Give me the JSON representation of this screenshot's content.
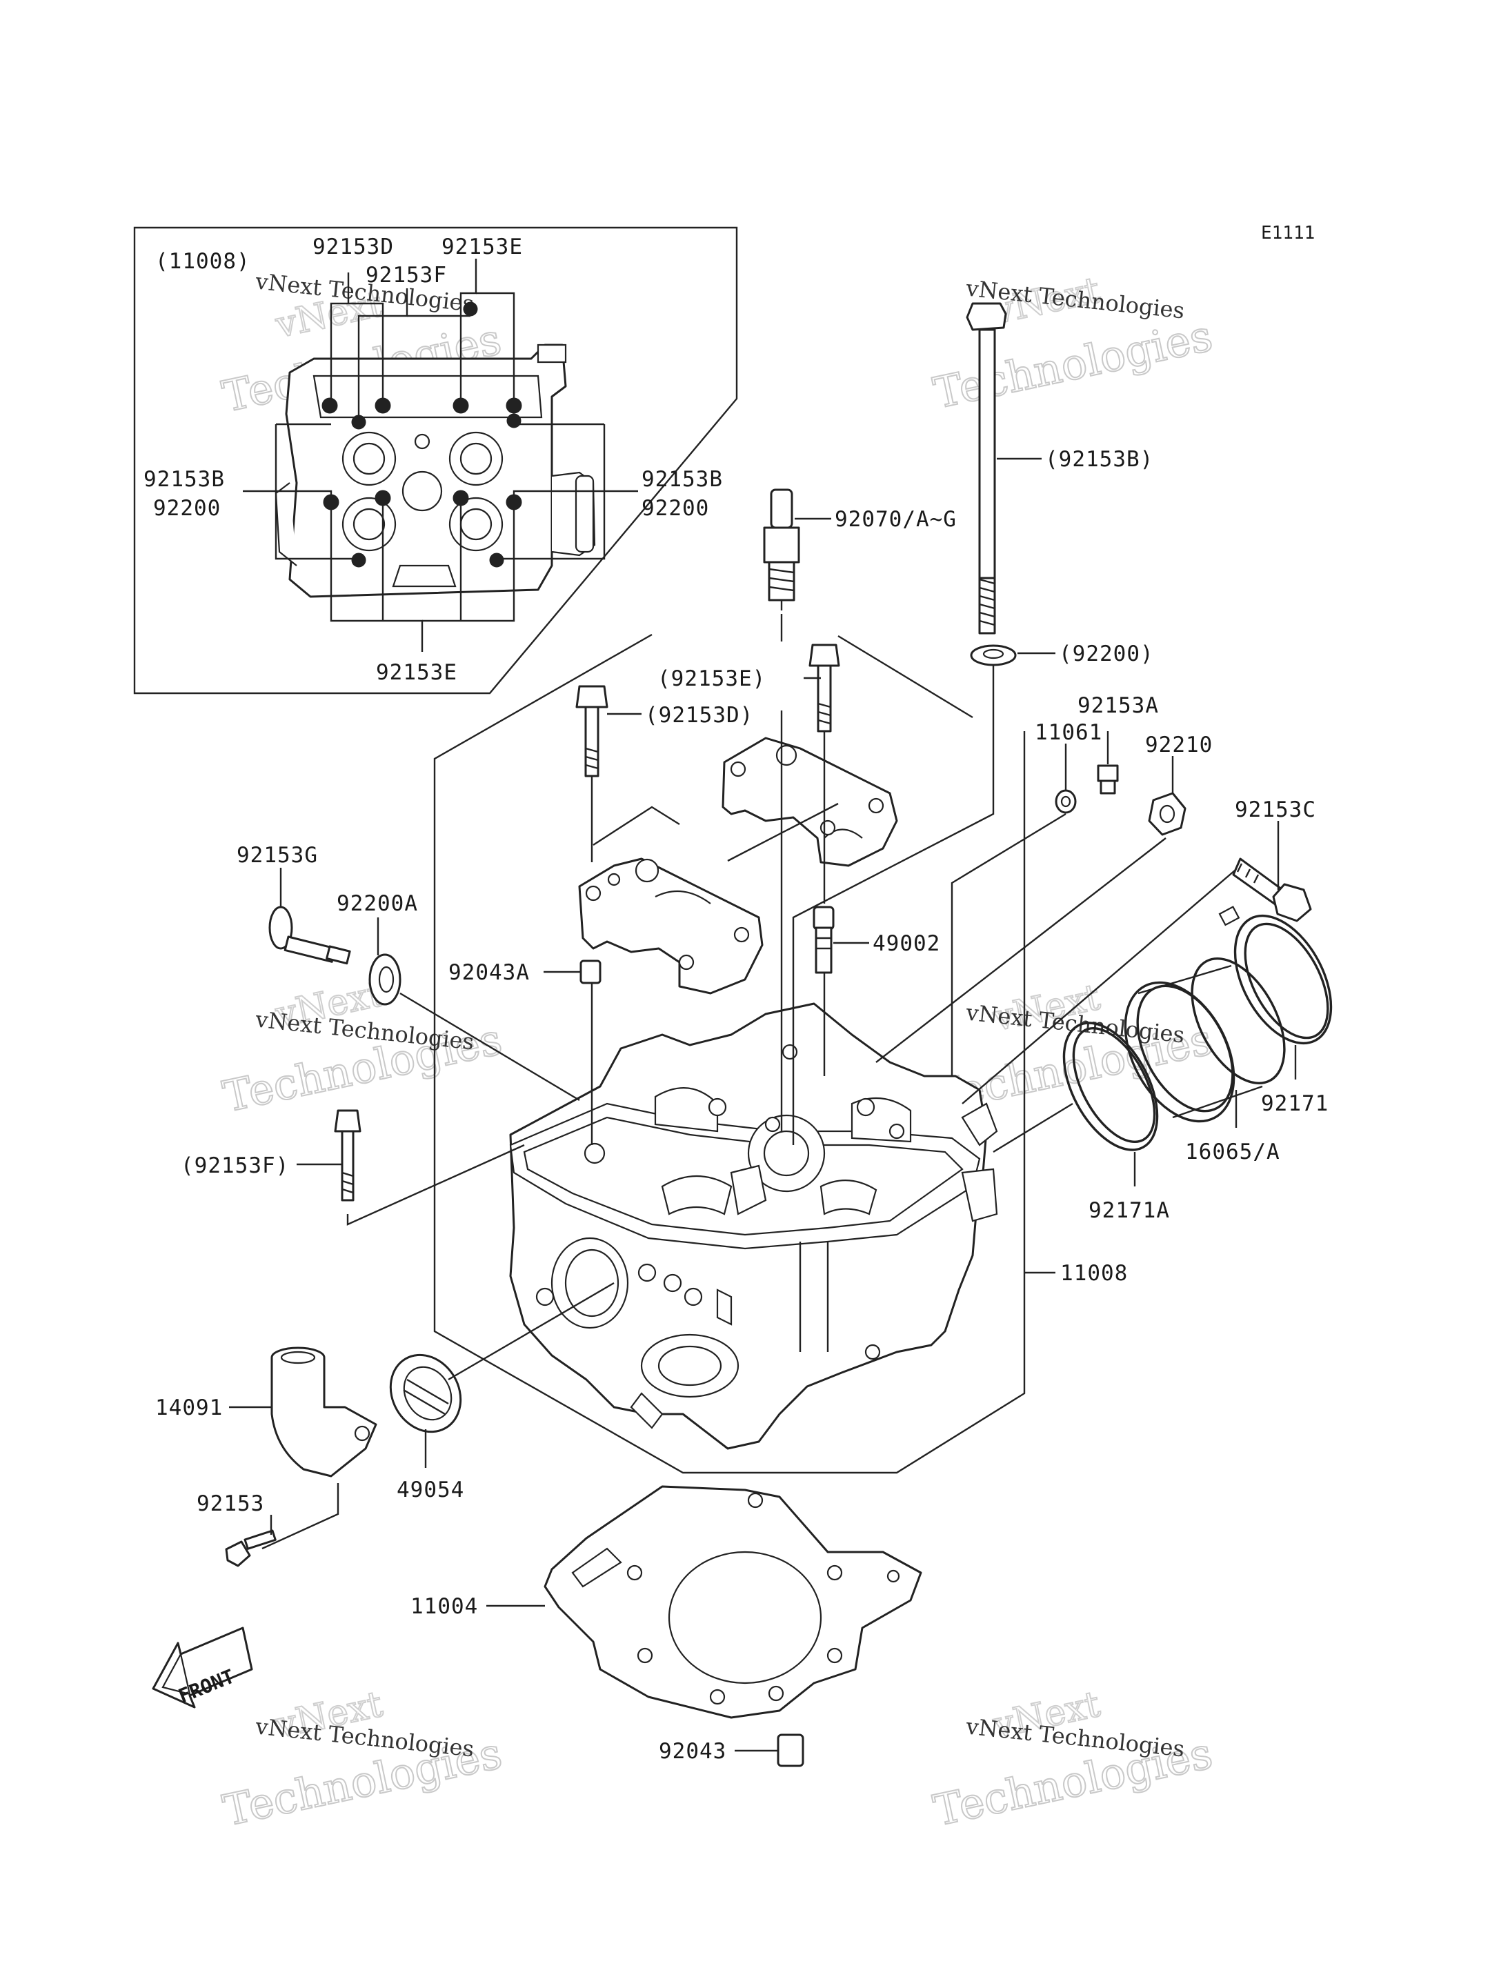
{
  "diagram_code": "E1111",
  "inset_title": "(11008)",
  "front_label": "FRONT",
  "watermarks": [
    {
      "line1": "vNext Technologies",
      "line2": "vNext",
      "line3": "Technologies"
    },
    {
      "line1": "vNext Technologies",
      "line2": "vNext",
      "line3": "Technologies"
    },
    {
      "line1": "vNext Technologies",
      "line2": "vNext",
      "line3": "Technologies"
    },
    {
      "line1": "vNext Technologies",
      "line2": "vNext",
      "line3": "Technologies"
    },
    {
      "line1": "vNext Technologies",
      "line2": "vNext",
      "line3": "Technologies"
    },
    {
      "line1": "vNext Technologies",
      "line2": "vNext",
      "line3": "Technologies"
    }
  ],
  "inset_labels": {
    "d": "92153D",
    "e_top": "92153E",
    "f": "92153F",
    "b_left": "92153B",
    "w_left": "92200",
    "b_right": "92153B",
    "w_right": "92200",
    "e_bottom": "92153E"
  },
  "part_labels": {
    "p92153B_paren": "(92153B)",
    "p92070": "92070/A~G",
    "p92200_paren": "(92200)",
    "p92153E_paren": "(92153E)",
    "p92153D_paren": "(92153D)",
    "p11061": "11061",
    "p92153A": "92153A",
    "p92210": "92210",
    "p92153C": "92153C",
    "p92153G": "92153G",
    "p92200A": "92200A",
    "p49002": "49002",
    "p92043A": "92043A",
    "p92171": "92171",
    "p16065": "16065/A",
    "p92153F_paren": "(92153F)",
    "p92171A": "92171A",
    "p11008": "11008",
    "p14091": "14091",
    "p49054": "49054",
    "p92153": "92153",
    "p11004": "11004",
    "p92043": "92043"
  }
}
